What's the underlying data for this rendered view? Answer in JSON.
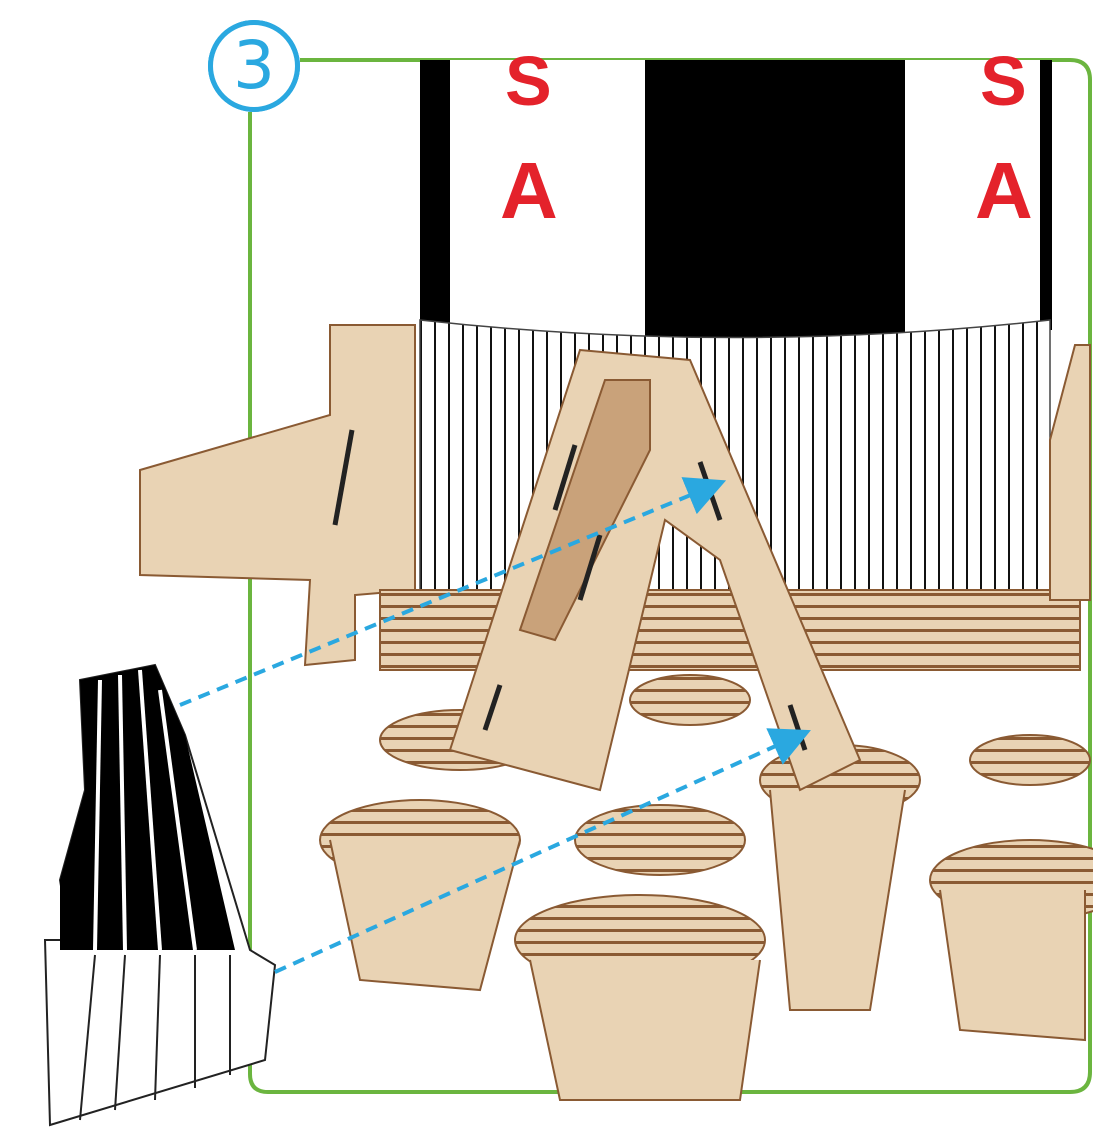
{
  "step": {
    "number": "3"
  },
  "rocket": {
    "letters_left": [
      "S",
      "A"
    ],
    "letters_right": [
      "S",
      "A"
    ]
  },
  "colors": {
    "frame": "#6bb53f",
    "badge": "#2aa8e0",
    "arrow": "#2aa8e0",
    "wood": "#e9d3b4",
    "wood_edge": "#8a5a33",
    "letters": "#e4222b"
  },
  "icons": [
    "step-number-badge",
    "dashed-arrow-icon"
  ]
}
